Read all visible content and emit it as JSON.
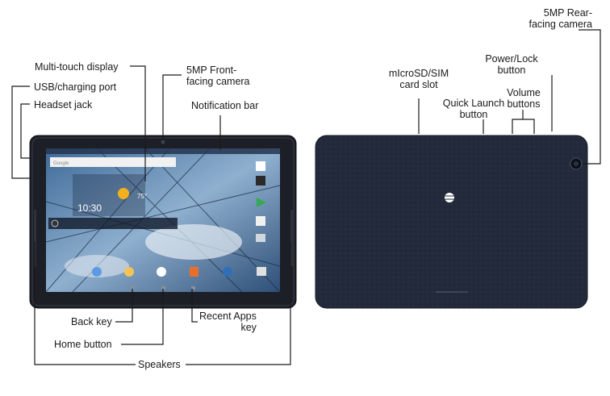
{
  "callouts": {
    "multitouch": "Multi-touch display",
    "usb": "USB/charging port",
    "headset": "Headset jack",
    "front_camera_l1": "5MP Front-",
    "front_camera_l2": "facing camera",
    "notification": "Notification bar",
    "back_key": "Back key",
    "home": "Home button",
    "recent_l1": "Recent Apps",
    "recent_l2": "key",
    "speakers": "Speakers",
    "microsd_l1": "mIcroSD/SIM",
    "microsd_l2": "card slot",
    "quick_l1": "Quick Launch",
    "quick_l2": "button",
    "power_l1": "Power/Lock",
    "power_l2": "button",
    "volume_l1": "Volume",
    "volume_l2": "buttons",
    "rear_l1": "5MP Rear-",
    "rear_l2": "facing camera"
  },
  "screen": {
    "search_text": "Google",
    "time_text": "10:30",
    "temp_text": "75°"
  },
  "colors": {
    "line": "#1a1a1a",
    "tablet_body": "#1c1f26",
    "back_panel": "#232a3b",
    "screen_sky": "#5a7ea8"
  }
}
